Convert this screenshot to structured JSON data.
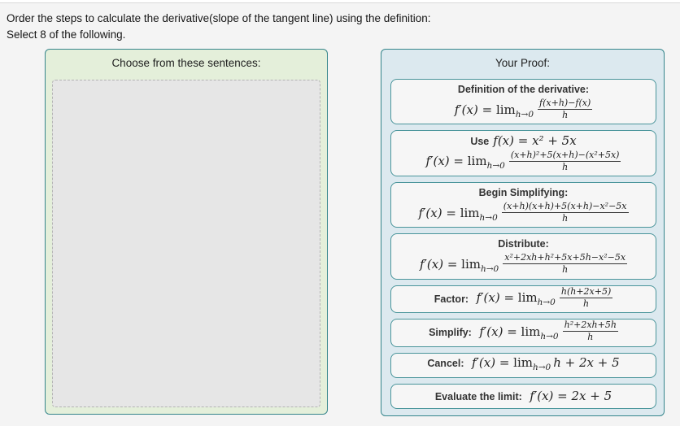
{
  "instructions": {
    "line1": "Order the steps to calculate the derivative(slope of the tangent line) using the definition:",
    "line2": "Select 8 of the following."
  },
  "choose": {
    "title": "Choose from these sentences:"
  },
  "proof": {
    "title": "Your Proof:",
    "cards": [
      {
        "label": "Definition of the derivative:",
        "label_math": "",
        "layout": "stacked",
        "lhs": "f′(x) = ",
        "lim": "lim",
        "lim_sub": "h→0",
        "frac": {
          "num": "f(x+h)−f(x)",
          "den": "h"
        },
        "rhs": ""
      },
      {
        "label": "Use",
        "label_math": "f(x) = x² + 5x",
        "layout": "stacked",
        "lhs": "f′(x) = ",
        "lim": "lim",
        "lim_sub": "h→0",
        "frac": {
          "num": "(x+h)²+5(x+h)−(x²+5x)",
          "den": "h"
        },
        "rhs": ""
      },
      {
        "label": "Begin Simplifying:",
        "label_math": "",
        "layout": "stacked",
        "lhs": "f′(x) = ",
        "lim": "lim",
        "lim_sub": "h→0",
        "frac": {
          "num": "(x+h)(x+h)+5(x+h)−x²−5x",
          "den": "h"
        },
        "rhs": ""
      },
      {
        "label": "Distribute:",
        "label_math": "",
        "layout": "stacked",
        "lhs": "f′(x) = ",
        "lim": "lim",
        "lim_sub": "h→0",
        "frac": {
          "num": "x²+2xh+h²+5x+5h−x²−5x",
          "den": "h"
        },
        "rhs": ""
      },
      {
        "label": "Factor:",
        "label_math": "",
        "layout": "inline",
        "lhs": "f′(x) = ",
        "lim": "lim",
        "lim_sub": "h→0",
        "frac": {
          "num": "h(h+2x+5)",
          "den": "h"
        },
        "rhs": ""
      },
      {
        "label": "Simplify:",
        "label_math": "",
        "layout": "inline",
        "lhs": "f′(x) = ",
        "lim": "lim",
        "lim_sub": "h→0",
        "frac": {
          "num": "h²+2xh+5h",
          "den": "h"
        },
        "rhs": ""
      },
      {
        "label": "Cancel:",
        "label_math": "",
        "layout": "inline",
        "lhs": "f′(x) = ",
        "lim": "lim",
        "lim_sub": "h→0",
        "frac": null,
        "rhs": "h + 2x + 5"
      },
      {
        "label": "Evaluate the limit:",
        "label_math": "",
        "layout": "inline",
        "lhs": "f′(x) = 2x + 5",
        "lim": "",
        "lim_sub": "",
        "frac": null,
        "rhs": ""
      }
    ]
  },
  "colors": {
    "accent_teal": "#35858b",
    "card_border_teal": "#4a959b",
    "choose_panel_bg": "#e4efda",
    "proof_panel_bg": "#dce9ef",
    "dropzone_bg": "#e6e6e6",
    "card_bg": "#f6f6f6",
    "page_bg": "#f4f4f4"
  }
}
